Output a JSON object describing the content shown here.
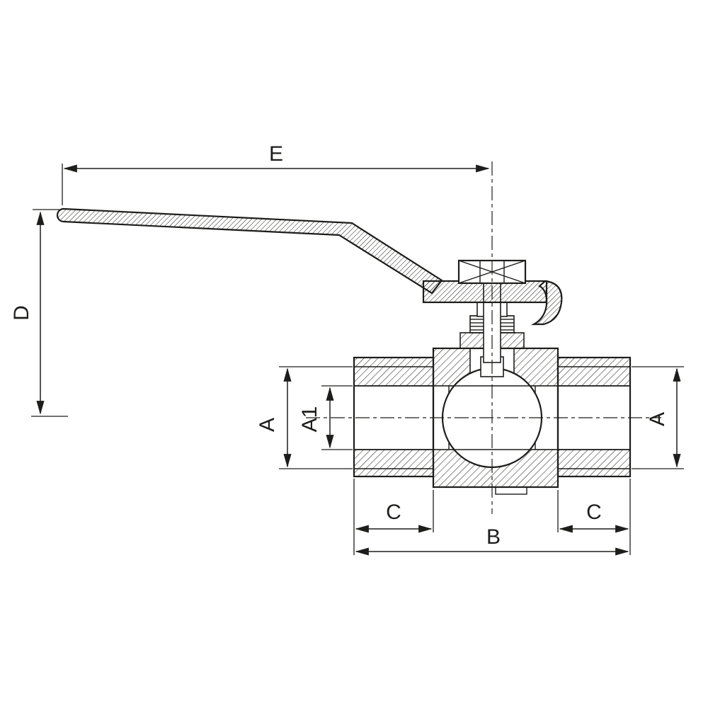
{
  "colors": {
    "line": "#1d1d1b",
    "background": "#ffffff"
  },
  "drawing": {
    "kind": "ball-valve-cross-section",
    "labels": {
      "e": "E",
      "d": "D",
      "a_left": "A",
      "a1": "A1",
      "a_right": "A",
      "c_left": "C",
      "c_right": "C",
      "b": "B"
    }
  }
}
